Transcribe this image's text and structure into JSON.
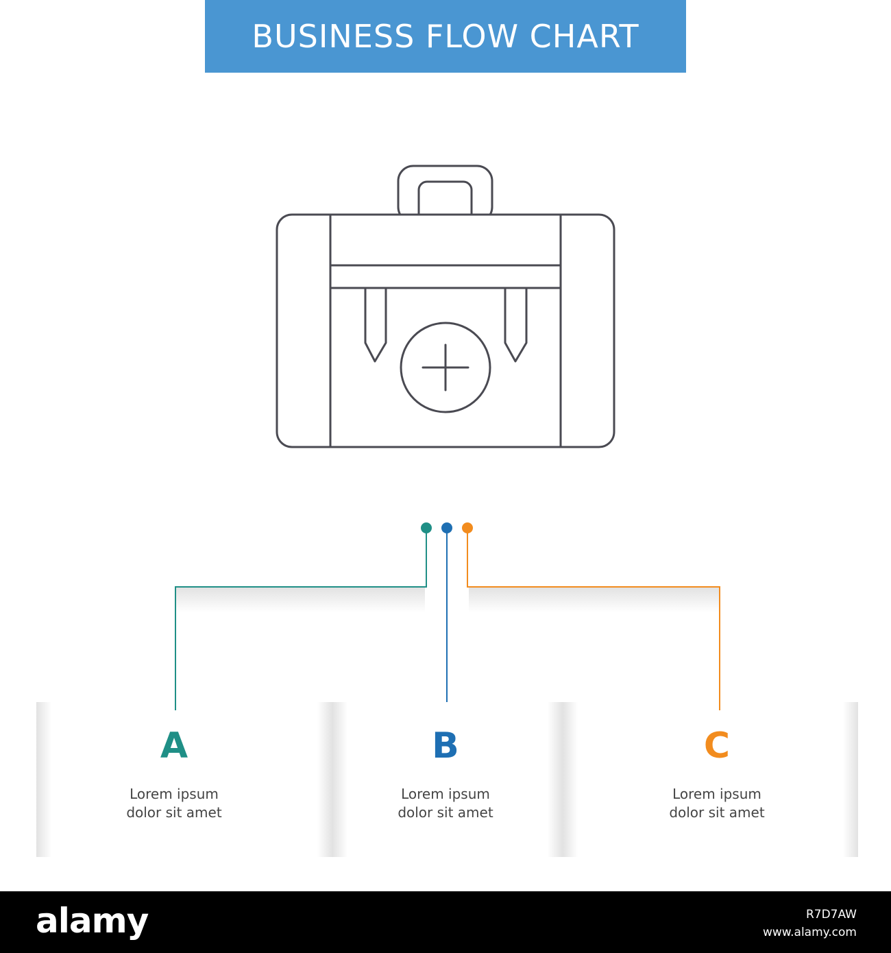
{
  "title": "BUSINESS FLOW CHART",
  "colors": {
    "banner": "#4a96d2",
    "step_a": "#1f8f86",
    "step_b": "#1e6fb3",
    "step_c": "#f28c1e",
    "icon_stroke": "#4a4a52"
  },
  "icon": {
    "name": "medical-briefcase-icon"
  },
  "steps": [
    {
      "letter": "A",
      "text_line1": "Lorem ipsum",
      "text_line2": "dolor sit amet"
    },
    {
      "letter": "B",
      "text_line1": "Lorem ipsum",
      "text_line2": "dolor sit amet"
    },
    {
      "letter": "C",
      "text_line1": "Lorem ipsum",
      "text_line2": "dolor sit amet"
    }
  ],
  "footer": {
    "logo": "alamy",
    "image_id": "R7D7AW",
    "site": "www.alamy.com"
  }
}
